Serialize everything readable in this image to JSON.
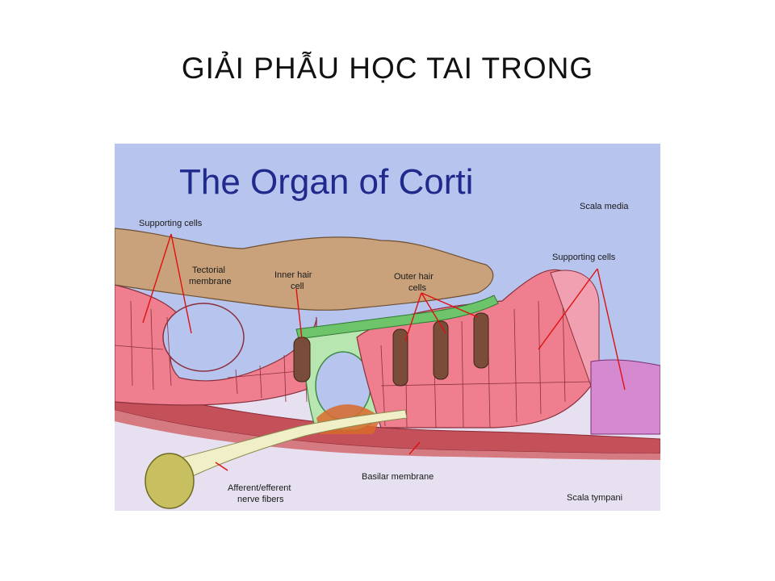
{
  "slide": {
    "title": "GIẢI PHẪU HỌC TAI TRONG"
  },
  "diagram": {
    "heading": "The Organ of Corti",
    "labels": {
      "supporting_cells_left": "Supporting cells",
      "scala_media": "Scala media",
      "supporting_cells_right": "Supporting cells",
      "tectorial_1": "Tectorial",
      "tectorial_2": "membrane",
      "inner_hair_1": "Inner hair",
      "inner_hair_2": "cell",
      "outer_hair_1": "Outer hair",
      "outer_hair_2": "cells",
      "basilar": "Basilar membrane",
      "afferent_1": "Afferent/efferent",
      "afferent_2": "nerve fibers",
      "scala_tympani": "Scala tympani"
    },
    "colors": {
      "scala_media_bg": "#b7c4ee",
      "scala_tympani_bg": "#e6e0f0",
      "tectorial": "#c9a27c",
      "cells": "#ef7f8e",
      "support_green": "#b8e6b0",
      "hair_cell": "#7a4c3a",
      "nerve": "#f1efc8",
      "pointer": "#e01010",
      "heading": "#1f2a8c"
    }
  }
}
